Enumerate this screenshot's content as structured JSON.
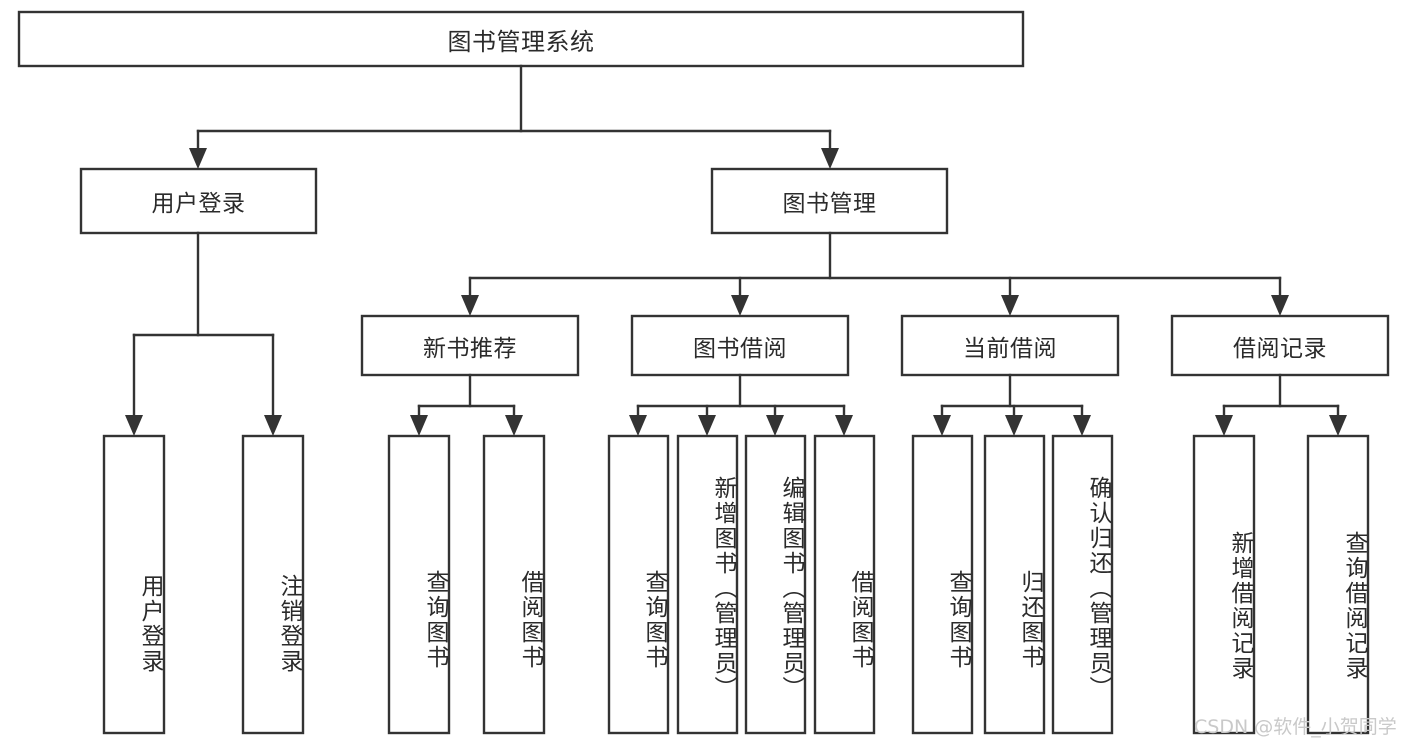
{
  "diagram": {
    "type": "tree-hierarchy",
    "title": "图书管理系统",
    "watermark": "CSDN @软件_小贺同学",
    "colors": {
      "stroke": "#333333",
      "fill": "#ffffff",
      "text": "#2b2b2b",
      "watermark": "#c9c9c9"
    },
    "levels": {
      "level1": [
        "图书管理系统"
      ],
      "level2": [
        "用户登录",
        "图书管理"
      ],
      "level3": [
        "新书推荐",
        "图书借阅",
        "当前借阅",
        "借阅记录"
      ],
      "level4": [
        "用户登录",
        "注销登录",
        "查询图书",
        "借阅图书",
        "查询图书",
        "新增图书（管理员）",
        "编辑图书（管理员）",
        "借阅图书",
        "查询图书",
        "归还图书",
        "确认归还（管理员）",
        "新增借阅记录",
        "查询借阅记录"
      ]
    },
    "nodes": {
      "root": {
        "label": "图书管理系统"
      },
      "user_login": {
        "label": "用户登录"
      },
      "book_mgmt": {
        "label": "图书管理"
      },
      "new_book_rec": {
        "label": "新书推荐"
      },
      "book_borrow": {
        "label": "图书借阅"
      },
      "current_borrow": {
        "label": "当前借阅"
      },
      "borrow_record": {
        "label": "借阅记录"
      },
      "leaf_user_login": {
        "label": "用户登录"
      },
      "leaf_logout": {
        "label": "注销登录"
      },
      "leaf_query_book_a": {
        "label": "查询图书"
      },
      "leaf_borrow_book_a": {
        "label": "借阅图书"
      },
      "leaf_query_book_b": {
        "label": "查询图书"
      },
      "leaf_add_book": {
        "label": "新增图书（管理员）"
      },
      "leaf_edit_book": {
        "label": "编辑图书（管理员）"
      },
      "leaf_borrow_book_b": {
        "label": "借阅图书"
      },
      "leaf_query_book_c": {
        "label": "查询图书"
      },
      "leaf_return_book": {
        "label": "归还图书"
      },
      "leaf_confirm_return": {
        "label": "确认归还（管理员）"
      },
      "leaf_add_record": {
        "label": "新增借阅记录"
      },
      "leaf_query_record": {
        "label": "查询借阅记录"
      }
    },
    "edges": [
      {
        "from": "root",
        "to": "user_login"
      },
      {
        "from": "root",
        "to": "book_mgmt"
      },
      {
        "from": "user_login",
        "to": "leaf_user_login"
      },
      {
        "from": "user_login",
        "to": "leaf_logout"
      },
      {
        "from": "book_mgmt",
        "to": "new_book_rec"
      },
      {
        "from": "book_mgmt",
        "to": "book_borrow"
      },
      {
        "from": "book_mgmt",
        "to": "current_borrow"
      },
      {
        "from": "book_mgmt",
        "to": "borrow_record"
      },
      {
        "from": "new_book_rec",
        "to": "leaf_query_book_a"
      },
      {
        "from": "new_book_rec",
        "to": "leaf_borrow_book_a"
      },
      {
        "from": "book_borrow",
        "to": "leaf_query_book_b"
      },
      {
        "from": "book_borrow",
        "to": "leaf_add_book"
      },
      {
        "from": "book_borrow",
        "to": "leaf_edit_book"
      },
      {
        "from": "book_borrow",
        "to": "leaf_borrow_book_b"
      },
      {
        "from": "current_borrow",
        "to": "leaf_query_book_c"
      },
      {
        "from": "current_borrow",
        "to": "leaf_return_book"
      },
      {
        "from": "current_borrow",
        "to": "leaf_confirm_return"
      },
      {
        "from": "borrow_record",
        "to": "leaf_add_record"
      },
      {
        "from": "borrow_record",
        "to": "leaf_query_record"
      }
    ]
  }
}
